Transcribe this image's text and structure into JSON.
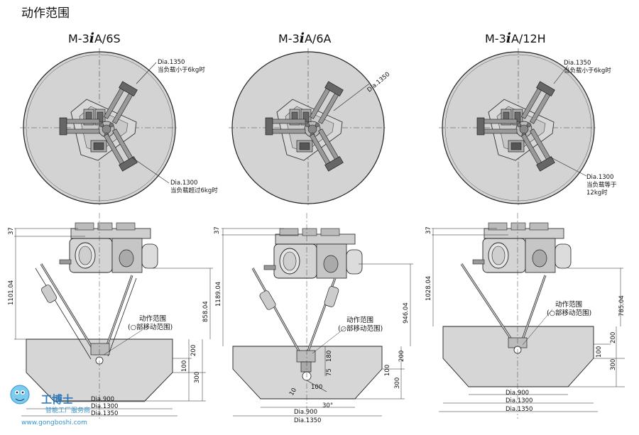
{
  "page_title": "动作范围",
  "models": [
    {
      "name_pre": "M-3",
      "name_i": "i",
      "name_post": "A/6S"
    },
    {
      "name_pre": "M-3",
      "name_i": "i",
      "name_post": "A/6A"
    },
    {
      "name_pre": "M-3",
      "name_i": "i",
      "name_post": "A/12H"
    }
  ],
  "top_notes": {
    "m1_dia1350": "Dia.1350",
    "m1_dia1350_cond": "当负载小于6kg时",
    "m1_dia1300": "Dia.1300",
    "m1_dia1300_cond": "当负载超过6kg时",
    "m2_dia1350": "Dia.1350",
    "m3_dia1350": "Dia.1350",
    "m3_dia1350_cond": "当负载小于6kg时",
    "m3_dia1300": "Dia.1300",
    "m3_dia1300_cond1": "当负载等于",
    "m3_dia1300_cond2": "12kg时"
  },
  "side_dims": {
    "m1": {
      "top": "37",
      "total": "1101.04",
      "right": "858.04",
      "d200": "200",
      "d100": "100",
      "d300": "300",
      "dia900": "Dia.900",
      "dia1300": "Dia.1300",
      "dia1350": "Dia.1350"
    },
    "m2": {
      "top": "37",
      "total": "1189.04",
      "right": "946.04",
      "d200": "200",
      "d100": "100",
      "d300": "300",
      "d180": "180",
      "d75": "75",
      "d10": "10",
      "d100b": "100",
      "ang30": "30°",
      "dia900": "Dia.900",
      "dia1350": "Dia.1350"
    },
    "m3": {
      "top": "37",
      "total": "1028.04",
      "right": "785.04",
      "d200": "200",
      "d100": "100",
      "d300": "300",
      "dia900": "Dia.900",
      "dia1300": "Dia.1300",
      "dia1350": "Dia.1350"
    }
  },
  "range_label": {
    "line1": "动作范围",
    "line2": "(○部移动范围)"
  },
  "watermark": {
    "brand": "工博士",
    "sub": "智能工厂服务商",
    "url": "www.gongboshi.com"
  }
}
